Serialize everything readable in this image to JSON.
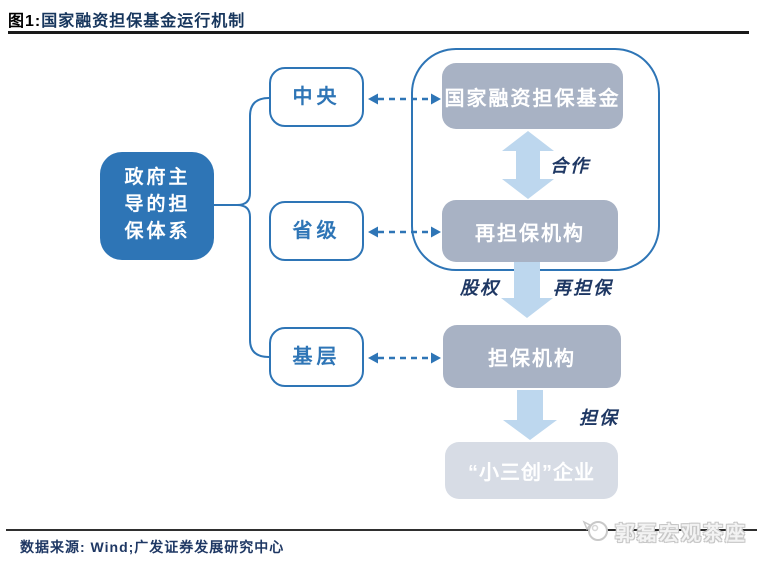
{
  "header": {
    "figure_label": "图1:",
    "title": "国家融资担保基金运行机制"
  },
  "diagram": {
    "gov_box": "政府主导的担保体系",
    "levels": [
      {
        "label": "中央"
      },
      {
        "label": "省级"
      },
      {
        "label": "基层"
      }
    ],
    "fund_box": "国家融资担保基金",
    "reguarantee_box": "再担保机构",
    "guarantee_box": "担保机构",
    "enterprise_box": "“小三创”企业",
    "labels": {
      "cooperation": "合作",
      "equity": "股权",
      "reguarantee": "再担保",
      "guarantee": "担保"
    }
  },
  "footer": {
    "source": "数据来源: Wind;广发证券发展研究中心",
    "watermark": "郭磊宏观茶座"
  },
  "colors": {
    "accent_blue": "#2E75B6",
    "title_navy": "#17365D",
    "label_navy": "#1F3864",
    "box_gray_blue": "#A8B2C4",
    "box_light_gray": "#D7DCE5",
    "arrow_light_blue": "#BDD7EE"
  }
}
